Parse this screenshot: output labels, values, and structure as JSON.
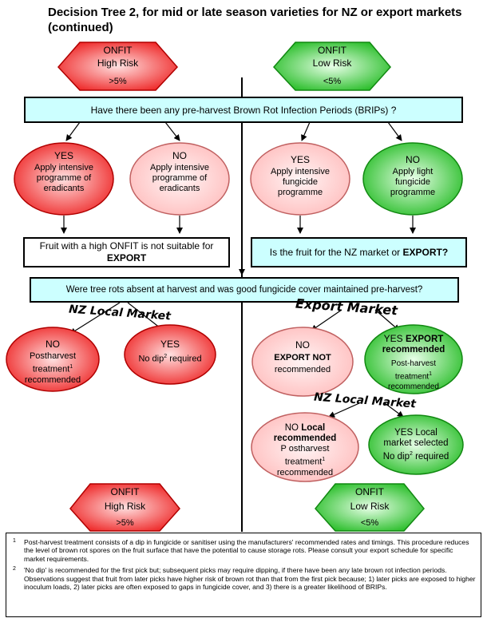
{
  "title": "Decision Tree 2, for mid or late season varieties for NZ or export markets (continued)",
  "colors": {
    "red_dark": "#ff4d4d",
    "red_light": "#ffd6d6",
    "green_dark": "#33cc33",
    "green_light": "#e6ffe6",
    "blue_box": "#ccffff"
  },
  "top_risk": {
    "high": {
      "line1": "ONFIT",
      "line2": "High Risk",
      "line3": ">5%"
    },
    "low": {
      "line1": "ONFIT",
      "line2": "Low Risk",
      "line3": "<5%"
    }
  },
  "question1": "Have there been any pre-harvest Brown Rot Infection Periods (BRIPs) ?",
  "branch1": {
    "yes_high": {
      "head": "YES",
      "body": "Apply intensive programme of eradicants"
    },
    "no_high": {
      "head": "NO",
      "body": "Apply intensive programme of eradicants"
    },
    "yes_low": {
      "head": "YES",
      "body": "Apply intensive fungicide programme"
    },
    "no_low": {
      "head": "NO",
      "body": "Apply light fungicide programme"
    }
  },
  "box_left": {
    "text": "Fruit with a high ONFIT is not suitable for ",
    "bold": "EXPORT"
  },
  "box_right": {
    "text": "Is the fruit for the NZ market or ",
    "bold": "EXPORT?"
  },
  "question2": "Were tree rots absent at harvest and was good fungicide cover maintained pre-harvest?",
  "labels": {
    "nz_local_left": "NZ Local Market",
    "export_market": "Export Market",
    "nz_local_right": "NZ Local Market"
  },
  "outcomes": {
    "nz_no": {
      "head": "NO",
      "l1": "Postharvest",
      "l2": "treatment",
      "sup": "1",
      "l3": "recommended"
    },
    "nz_yes": {
      "head": "YES",
      "l1": "No dip",
      "sup": "2",
      "l2": " required"
    },
    "exp_no": {
      "head": "NO",
      "bold": "EXPORT NOT",
      "l1": "recommended"
    },
    "exp_yes": {
      "head": "YES ",
      "bold": "EXPORT recommended",
      "l1": "Post-harvest",
      "l2": "treatment",
      "sup": "1",
      "l3": "recommended"
    },
    "loc_no": {
      "head": "NO ",
      "bold": "Local recommended",
      "l1": "P ostharvest",
      "l2": "treatment",
      "sup": "1",
      "l3": "recommended"
    },
    "loc_yes": {
      "l1": "YES Local",
      "l2": "market selected",
      "l3": "No dip",
      "sup": "2",
      "l4": " required"
    }
  },
  "bottom_risk": {
    "high": {
      "line1": "ONFIT",
      "line2": "High Risk",
      "line3": ">5%"
    },
    "low": {
      "line1": "ONFIT",
      "line2": "Low Risk",
      "line3": "<5%"
    }
  },
  "footnotes": [
    {
      "num": "1",
      "text": "Post-harvest treatment consists of a dip in fungicide or sanitiser using the manufacturers' recommended rates and timings.  This procedure reduces the level of brown rot spores on the fruit surface that have the potential to cause storage rots.  Please consult your export schedule for specific market requirements."
    },
    {
      "num": "2",
      "text": "'No dip' is recommended for the first pick but; subsequent picks may require dipping, if there have been any late brown rot infection periods.  Observations suggest that fruit from later picks have higher risk of brown rot than that from the first pick because; 1) later picks are exposed to higher inoculum loads, 2) later picks are often exposed to gaps in fungicide cover, and 3) there is a greater likelihood of BRIPs."
    }
  ]
}
